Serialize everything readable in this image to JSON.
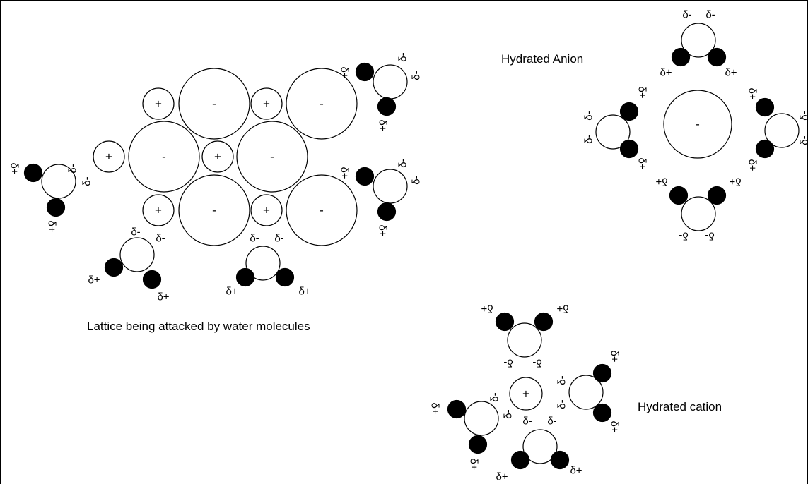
{
  "labels": {
    "lattice": "Lattice being attacked by water molecules",
    "anion": "Hydrated Anion",
    "cation": "Hydrated cation"
  },
  "symbols": {
    "cation": "+",
    "anion": "-",
    "delta_neg": "δ-",
    "delta_pos": "δ+"
  },
  "colors": {
    "line": "#000000",
    "fill": "#ffffff",
    "hydrogen": "#000000"
  }
}
